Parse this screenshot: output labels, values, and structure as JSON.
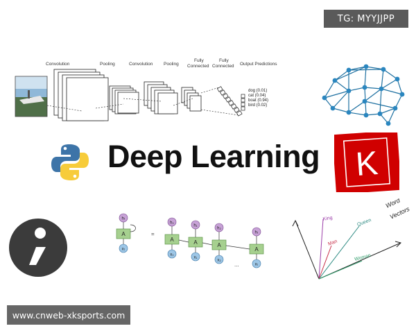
{
  "badges": {
    "telegram": "TG: MYYJJPP",
    "website": "www.cnweb-xksports.com"
  },
  "headline": "Deep Learning",
  "cnn": {
    "stages": [
      "Convolution",
      "Pooling",
      "Convolution",
      "Pooling",
      "Fully\nConnected",
      "Fully\nConnected",
      "Output Predictions"
    ],
    "predictions": [
      "dog (0.01)",
      "cat (0.04)",
      "boat (0.94)",
      "bird (0.02)"
    ]
  },
  "rnn": {
    "cell_label": "A",
    "equals": "=",
    "hidden_labels": [
      "hₜ",
      "h₀",
      "h₁",
      "h₂",
      "hₜ"
    ],
    "input_labels": [
      "xₜ",
      "x₀",
      "x₁",
      "x₂",
      "xₜ"
    ],
    "ellipsis": "..."
  },
  "word_vectors": {
    "title_line1": "Word",
    "title_line2": "Vectors",
    "words": [
      "King",
      "Queen",
      "Man",
      "Woman"
    ],
    "colors": [
      "#9b3da8",
      "#2e8b83",
      "#c8304a",
      "#2e9b6a"
    ]
  },
  "icons": {
    "python": "python-logo-icon",
    "keras": "keras-logo-icon",
    "keras_letter": "K",
    "brain": "neural-brain-icon",
    "semicolon": "semicolon-logo-icon"
  },
  "colors": {
    "keras_red": "#d00000",
    "python_blue": "#3d74a8",
    "python_yellow": "#f7cc3a",
    "brain_blue": "#1c6fa0",
    "rnn_green": "#a6d08f",
    "rnn_purple": "#c7a2d6",
    "rnn_blue": "#9dc6e6"
  }
}
